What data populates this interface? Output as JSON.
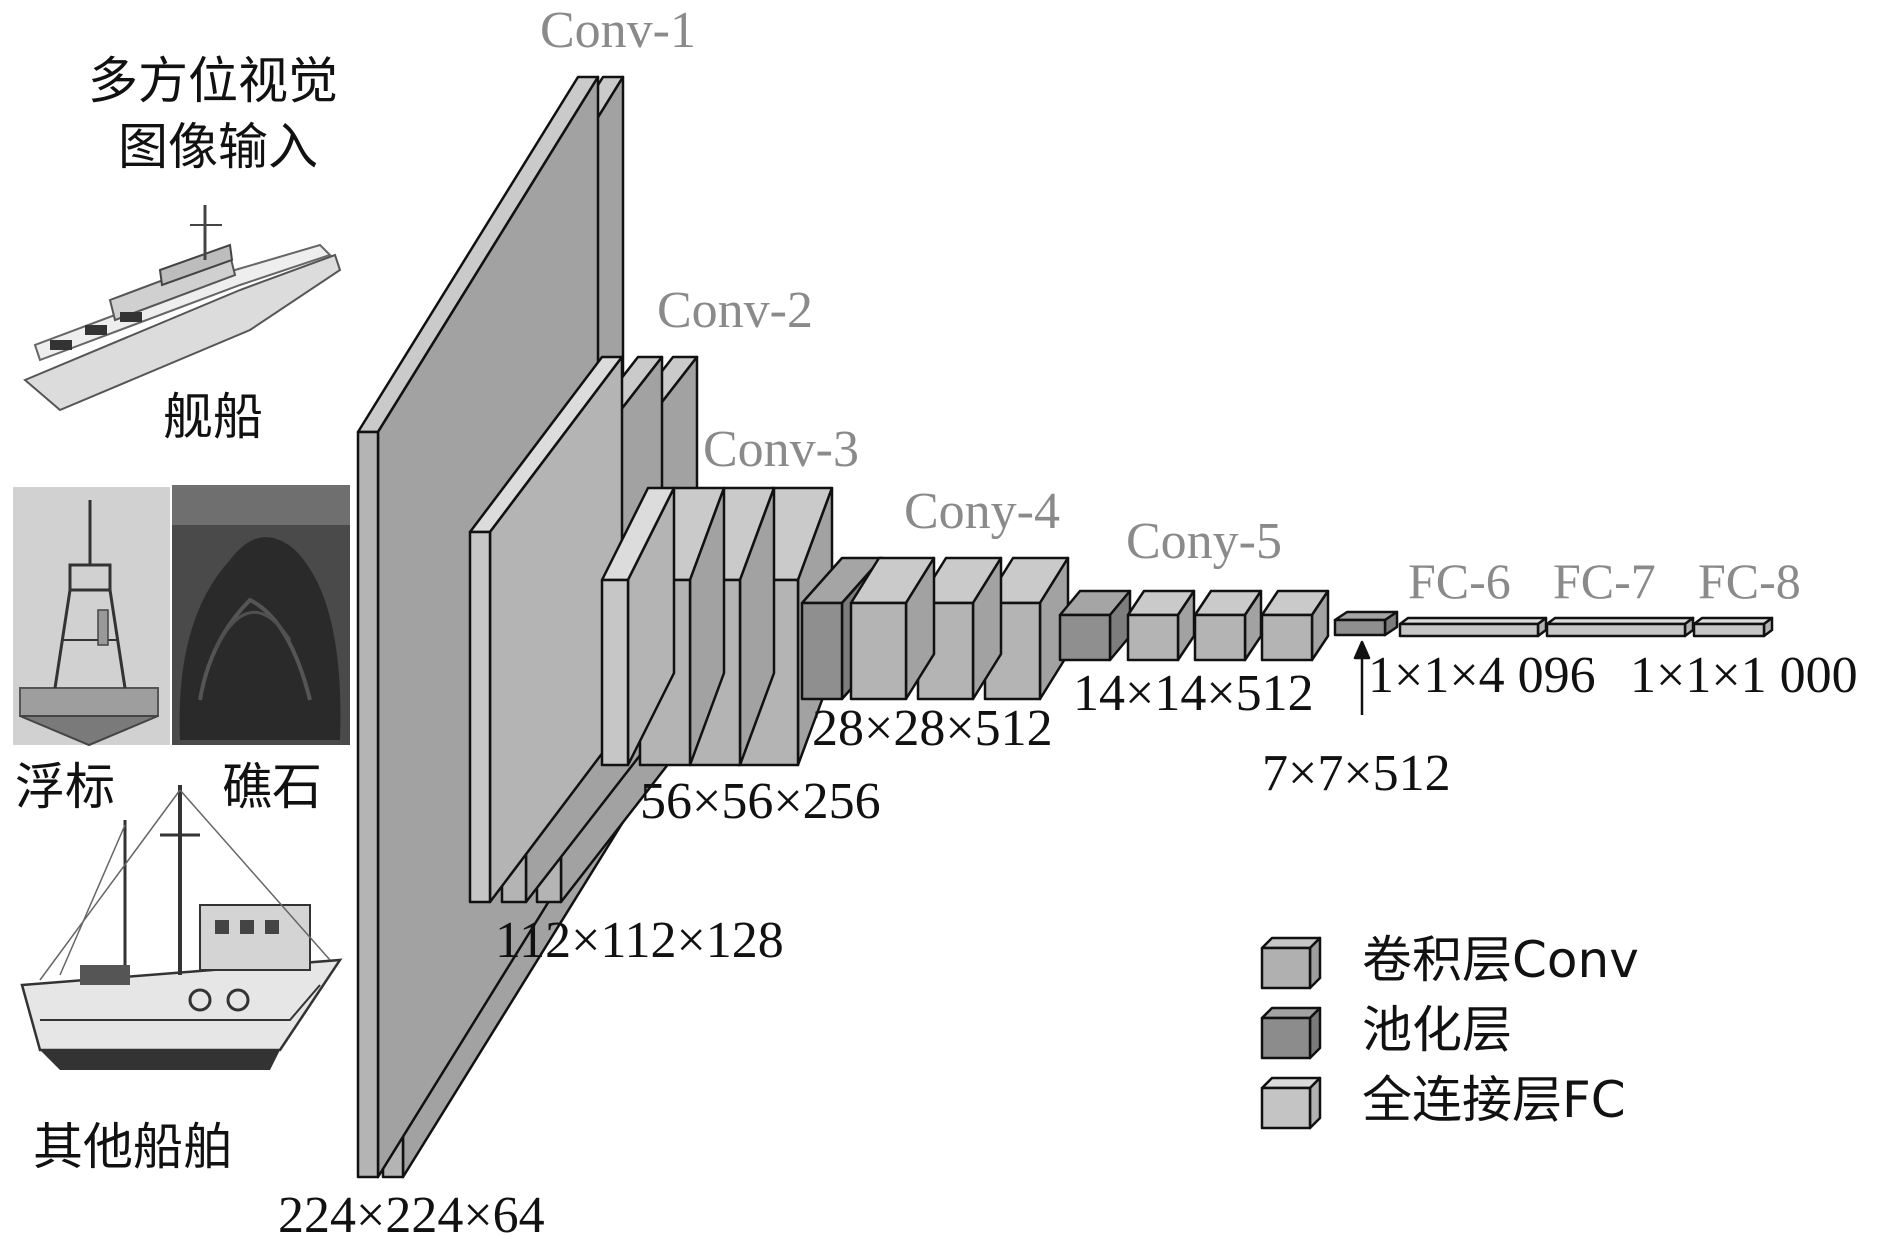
{
  "input": {
    "title_line1": "多方位视觉",
    "title_line2": "图像输入",
    "images": [
      {
        "label": "舰船",
        "icon": "warship-image"
      },
      {
        "label": "浮标",
        "icon": "buoy-image"
      },
      {
        "label": "礁石",
        "icon": "reef-image"
      },
      {
        "label": "其他船舶",
        "icon": "fishing-boat-image"
      }
    ]
  },
  "stages": [
    {
      "name": "Conv-1",
      "dims": "224×224×64"
    },
    {
      "name": "Conv-2",
      "dims": "112×112×128"
    },
    {
      "name": "Conv-3",
      "dims": "56×56×256"
    },
    {
      "name": "Cony-4",
      "dims": "28×28×512"
    },
    {
      "name": "Cony-5",
      "dims": "14×14×512"
    }
  ],
  "pool_dims": "7×7×512",
  "fc": {
    "labels": [
      "FC-6",
      "FC-7",
      "FC-8"
    ],
    "dims_a": "1×1×4 096",
    "dims_b": "1×1×1 000"
  },
  "legend": [
    {
      "label": "卷积层Conv",
      "color": "#b0b0b0"
    },
    {
      "label": "池化层",
      "color": "#8c8c8c"
    },
    {
      "label": "全连接层FC",
      "color": "#c4c4c4"
    }
  ],
  "colors": {
    "conv_face": "#b4b4b4",
    "conv_side": "#9a9a9a",
    "pool_face": "#8f8f8f",
    "fc_face": "#c6c6c6",
    "stroke": "#111111",
    "label_gray": "#8a8a8a"
  }
}
